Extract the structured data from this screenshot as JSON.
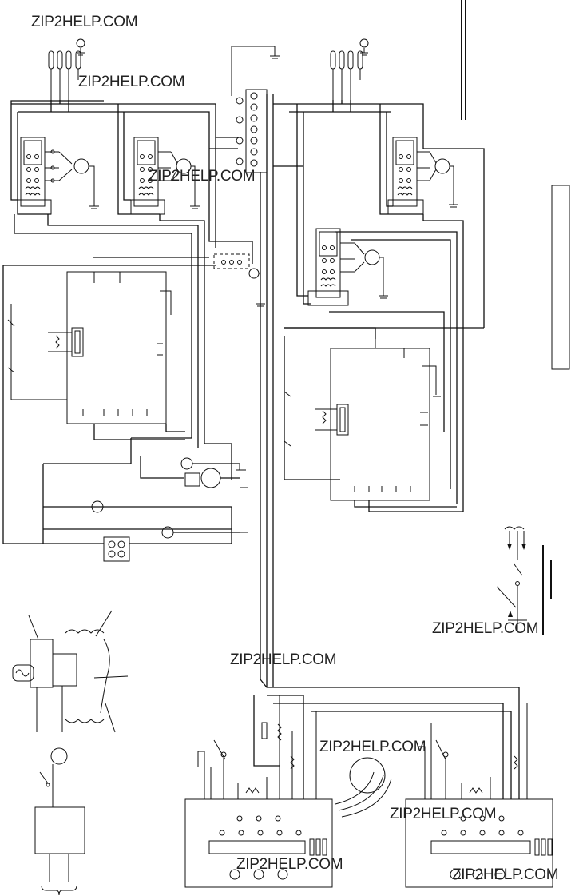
{
  "watermarks": [
    "ZIP2HELP.COM",
    "ZIP2HELP.COM",
    "ZIP2HELP.COM",
    "ZIP2HELP.COM",
    "ZIP2HELP.COM",
    "ZIP2HELP.COM",
    "ZIP2HELP.COM",
    "ZIP2HELP.COM",
    "ZIP2HELP.COM"
  ]
}
